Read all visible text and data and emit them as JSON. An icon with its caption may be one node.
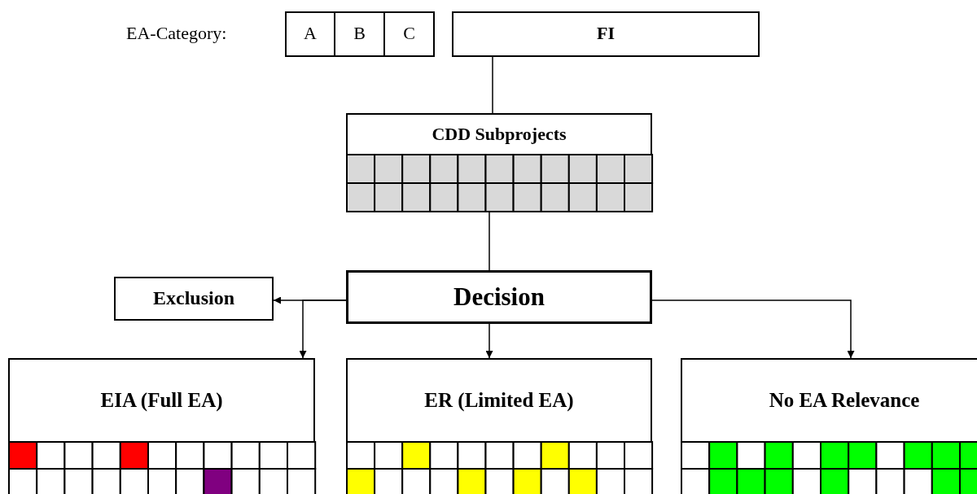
{
  "diagram": {
    "nodes": [
      {
        "text": [
          "A"
        ]
      },
      {
        "text": [
          "B"
        ]
      },
      {
        "text": [
          "C"
        ]
      },
      {
        "text": [
          "FI"
        ]
      },
      {
        "text": [
          "CDD Subprojects"
        ]
      },
      {
        "text": [
          "Exclusion"
        ]
      },
      {
        "text": [
          "Decision"
        ]
      },
      {
        "text": [
          "EIA (Full EA)"
        ]
      },
      {
        "text": [
          "ER (Limited EA)"
        ]
      },
      {
        "text": [
          "No EA Relevance"
        ]
      }
    ],
    "edges": [
      {
        "from": 3,
        "to": 4,
        "arrow": "none"
      },
      {
        "from": 4,
        "to": 6,
        "arrow": "none"
      },
      {
        "from": 6,
        "to": 5,
        "arrow": "to"
      },
      {
        "from": 6,
        "to": 7,
        "arrow": "to"
      },
      {
        "from": 6,
        "to": 8,
        "arrow": "to"
      },
      {
        "from": 6,
        "to": 9,
        "arrow": "to"
      }
    ],
    "labels": [
      "EA-Category:"
    ]
  }
}
